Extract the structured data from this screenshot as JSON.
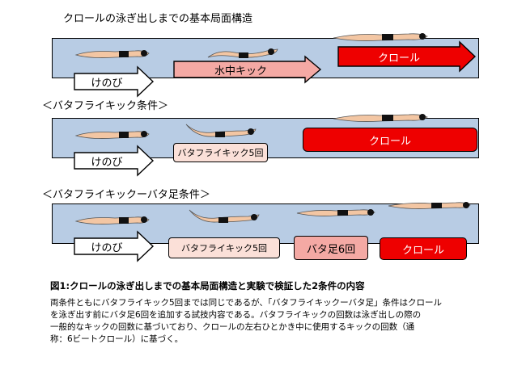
{
  "sections": [
    {
      "title": "クロールの泳ぎ出しまでの基本局面構造",
      "phases": [
        "けのび",
        "水中キック",
        "クロール"
      ]
    },
    {
      "title": "＜バタフライキック条件＞",
      "phases": [
        "けのび",
        "バタフライキック5回",
        "クロール"
      ]
    },
    {
      "title": "＜バタフライキックーバタ足条件＞",
      "phases": [
        "けのび",
        "バタフライキック5回",
        "バタ足6回",
        "クロール"
      ]
    }
  ],
  "caption": {
    "title": "図1:クロールの泳ぎ出しまでの基本局面構造と実験で検証した2条件の内容",
    "lines": [
      "両条件ともにバタフライキック5回までは同じであるが、「バタフライキックーバタ足」条件はクロール",
      "を泳ぎ出す前にバタ足6回を追加する試技内容である。バタフライキックの回数は泳ぎ出しの際の",
      "一般的なキックの回数に基づいており、クロールの左右ひとかき中に使用するキックの回数（通",
      "称：6ビートクロール）に基づく。"
    ]
  },
  "colors": {
    "pool": "#b8cce4",
    "light_pink": "#fbe0d8",
    "mid_pink": "#f4a9a4",
    "red": "#ee0000"
  }
}
